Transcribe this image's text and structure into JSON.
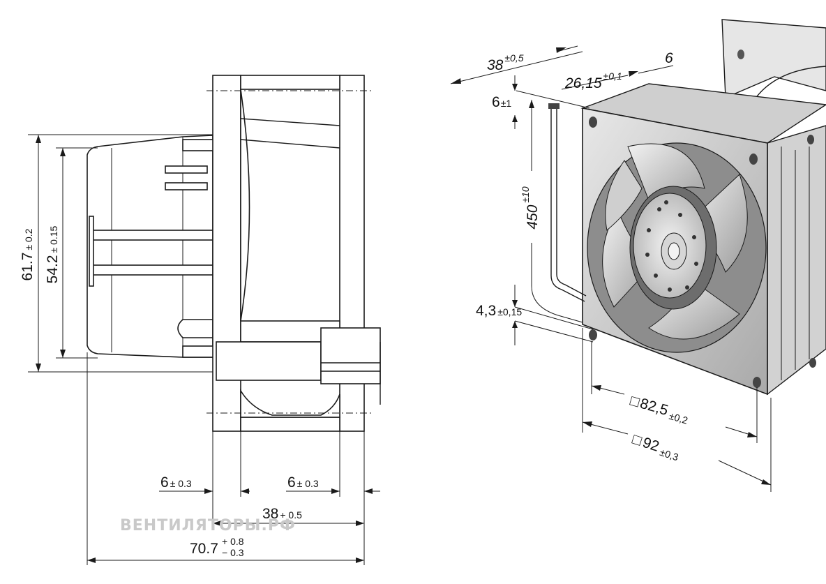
{
  "side_view": {
    "height_outer": "61.7",
    "height_outer_tol": "± 0.2",
    "height_inner": "54.2",
    "height_inner_tol": "± 0.15",
    "flange_left": "6",
    "flange_left_tol": "± 0.3",
    "flange_right": "6",
    "flange_right_tol": "± 0.3",
    "depth": "38",
    "depth_tol": "+ 0.5",
    "total_depth": "70.7",
    "total_depth_tol_plus": "+ 0.8",
    "total_depth_tol_minus": "− 0.3"
  },
  "iso_view": {
    "depth": "38",
    "depth_tol": "±0,5",
    "hole_spacing_depth": "26,15",
    "hole_spacing_depth_tol": "±0,1",
    "flange": "6",
    "lead_offset": "6",
    "lead_offset_tol": "±1",
    "lead_length": "450",
    "lead_length_tol": "±10",
    "hole_diameter": "4,3",
    "hole_diameter_tol": "±0,15",
    "hole_spacing": "82,5",
    "hole_spacing_tol": "±0,2",
    "size": "92",
    "size_tol": "±0,3",
    "square_symbol": "□"
  },
  "watermark": "ВЕНТИЛЯТОРЫ.РФ",
  "colors": {
    "line": "#1a1a1a",
    "fan_metal": "#b9b9b9",
    "fan_dark": "#8a8a8a",
    "watermark": "#c9c9c9"
  }
}
